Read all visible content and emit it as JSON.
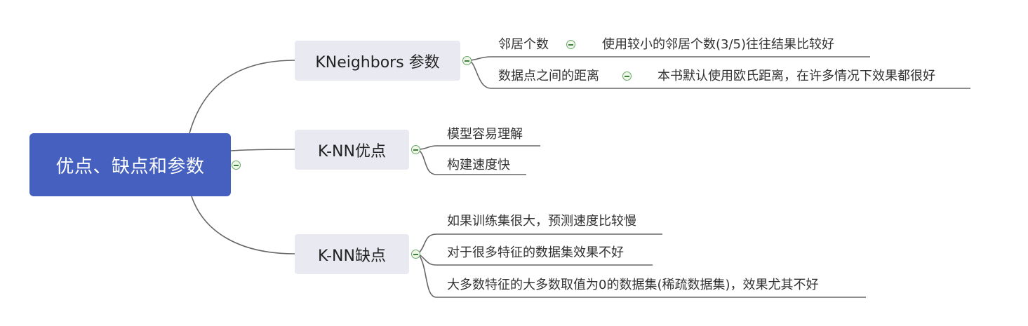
{
  "root": {
    "label": "优点、缺点和参数"
  },
  "branches": [
    {
      "label": "KNeighbors 参数",
      "children": [
        {
          "label": "邻居个数",
          "detail": "使用较小的邻居个数(3/5)往往结果比较好"
        },
        {
          "label": "数据点之间的距离",
          "detail": "本书默认使用欧氏距离，在许多情况下效果都很好"
        }
      ]
    },
    {
      "label": "K-NN优点",
      "children": [
        {
          "label": "模型容易理解"
        },
        {
          "label": "构建速度快"
        }
      ]
    },
    {
      "label": "K-NN缺点",
      "children": [
        {
          "label": "如果训练集很大，预测速度比较慢"
        },
        {
          "label": "对于很多特征的数据集效果不好"
        },
        {
          "label": "大多数特征的大多数取值为0的数据集(稀疏数据集)，效果尤其不好"
        }
      ]
    }
  ]
}
